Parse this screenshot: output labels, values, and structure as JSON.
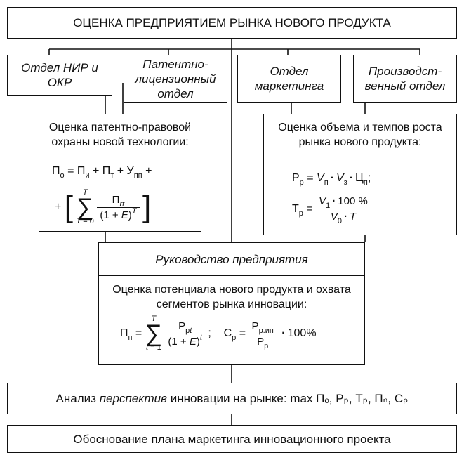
{
  "title": "ОЦЕНКА ПРЕДПРИЯТИЕМ РЫНКА НОВОГО ПРОДУКТА",
  "departments": {
    "rd": "Отдел НИР и ОКР",
    "patent": "Патентно-лицензионный отдел",
    "marketing": "Отдел маркетинга",
    "production": "Производст-венный отдел"
  },
  "patent_assessment": {
    "text": "Оценка патентно-правовой охраны новой технологии:"
  },
  "market_assessment": {
    "text": "Оценка объема и темпов роста рынка нового продукта:"
  },
  "management": {
    "title": "Руководство предприятия",
    "text": "Оценка потенциала нового продукта и охвата сегментов рынка инновации:"
  },
  "analysis": {
    "prefix": "Анализ",
    "emphasis": "перспектив",
    "suffix": "инновации на рынке: max Пₒ, Рₚ, Тₚ, Пₙ, Сₚ"
  },
  "justification": "Обоснование плана маркетинга инновационного проекта"
}
